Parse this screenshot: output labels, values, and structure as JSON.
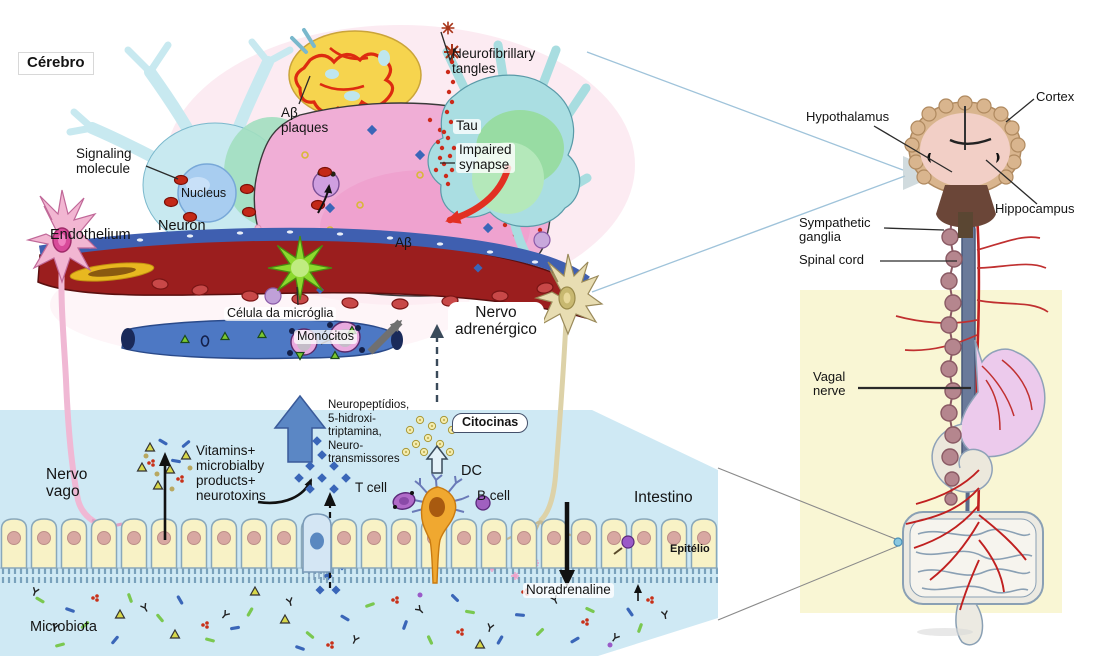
{
  "figure": {
    "brain_panel": {
      "title": "Cérebro",
      "labels": {
        "signaling_molecule": "Signaling\nmolecule",
        "nucleus": "Nucleus",
        "neuron": "Neuron",
        "endothelium": "Endothelium",
        "ab_plaques": "Aβ\nplaques",
        "neurofibrillary_tangles": "Neurofibrillary\ntangles",
        "tau": "Tau",
        "impaired_synapse": "Impaired\nsynapse",
        "ab": "Aβ",
        "microglia_cell": "Célula da micróglia",
        "monocytes": "Monócitos",
        "adrenergic_nerve": "Nervo\nadrenérgico"
      }
    },
    "gut_panel": {
      "labels": {
        "vagus_nerve": "Nervo\nvago",
        "vitamins": "Vitamins+\nmicrobialby\nproducts+\nneurotoxins",
        "neuropeptides": "Neuropeptídios,\n5-hidroxi-\ntriptamina,\nNeuro-\ntransmissores",
        "cytokines": "Citocinas",
        "t_cell": "T cell",
        "dendritic_cell": "DC",
        "b_cell": "B cell",
        "intestine": "Intestino",
        "epithelium": "Epitélio",
        "noradrenaline": "Noradrenaline",
        "noradrenaline_arrow": "↑",
        "microbiota": "Microbiota"
      }
    },
    "body_panel": {
      "labels": {
        "hypothalamus": "Hypothalamus",
        "cortex": "Cortex",
        "hippocampus": "Hippocampus",
        "sympathetic_ganglia": "Sympathetic\nganglia",
        "spinal_cord": "Spinal cord",
        "vagal_nerve": "Vagal\nnerve"
      }
    },
    "colors": {
      "gut_background": "#cfe9f4",
      "body_panel_background": "#f9f6d4",
      "vessel_red": "#9b1e1e",
      "endothelium_blue": "#3f5fb0",
      "plaque_yellow": "#f6d44e",
      "microglia_green": "#8cd92e",
      "monocyte_vessel_blue": "#4d78c4",
      "neuron_teal": "#c8e9f0",
      "pink_cell": "#f0aed6",
      "vagal_nerve_red": "#c02020",
      "sympathetic_bead": "#b5868e"
    }
  }
}
